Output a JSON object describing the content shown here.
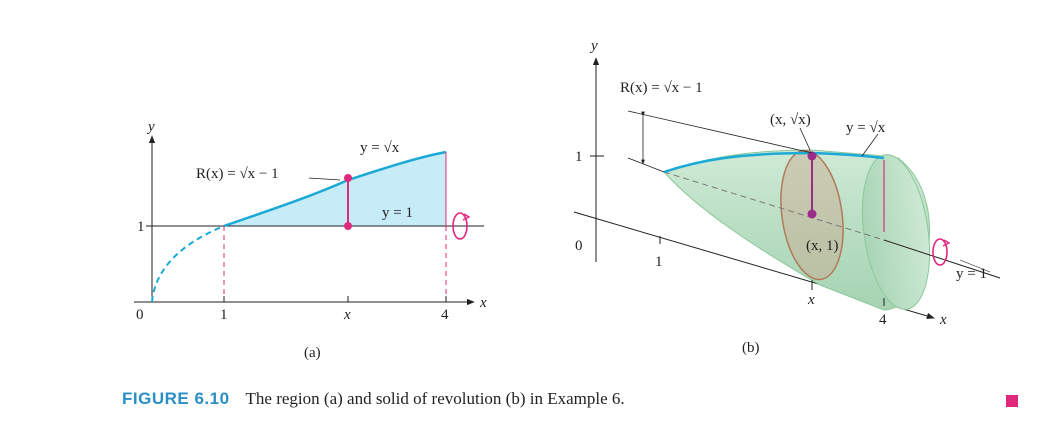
{
  "panel_a": {
    "y_axis_label": "y",
    "x_axis_label": "x",
    "tick_0": "0",
    "tick_1": "1",
    "tick_x": "x",
    "tick_4": "4",
    "y_tick_1": "1",
    "curve_label": "y = √x",
    "radius_label": "R(x) = √x − 1",
    "line_label": "y = 1",
    "panel_label": "(a)"
  },
  "panel_b": {
    "y_axis_label": "y",
    "x_axis_label": "x",
    "tick_0": "0",
    "y_tick_1": "1",
    "tick_1": "1",
    "tick_x": "x",
    "tick_4": "4",
    "radius_label": "R(x) = √x − 1",
    "point_top_label": "(x, √x)",
    "curve_label": "y = √x",
    "point_axis_label": "(x, 1)",
    "line_label": "y = 1",
    "panel_label": "(b)"
  },
  "caption": {
    "figure_number": "FIGURE 6.10",
    "text": "The region (a) and solid of revolution (b) in Example 6."
  },
  "colors": {
    "curve": "#1ba9d6",
    "region_fill": "#c6ecf7",
    "magenta": "#e0287d",
    "solid_fill": "#b5dec0",
    "caption_accent": "#2a8fc4",
    "end_mark": "#e0287d"
  },
  "icons": [
    "rotation-arrow-icon",
    "end-of-example-marker-icon"
  ]
}
